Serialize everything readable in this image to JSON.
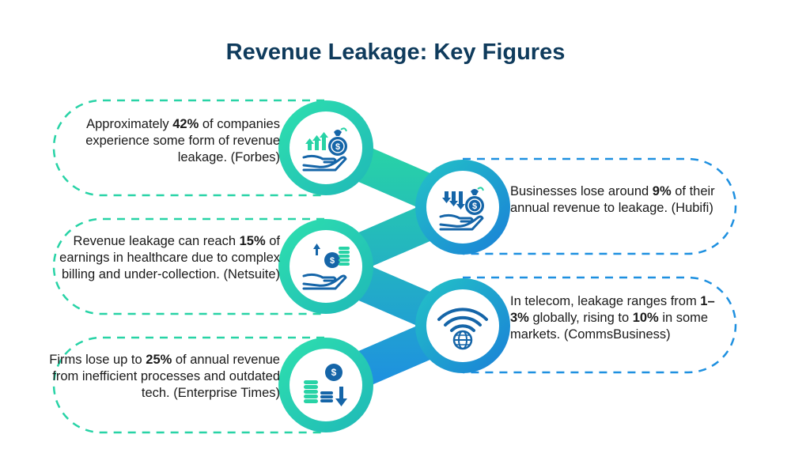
{
  "title": "Revenue Leakage: Key Figures",
  "colors": {
    "teal": "#28d3a6",
    "blue": "#1e90e0",
    "title": "#0f3b5c",
    "icon": "#1565a8"
  },
  "items": [
    {
      "side": "left",
      "icon": "money-bag-rising-chart-hand-icon",
      "segments": [
        {
          "t": "Approximately ",
          "b": false
        },
        {
          "t": "42%",
          "b": true
        },
        {
          "t": " of companies experience some form of revenue leakage. (Forbes)",
          "b": false
        }
      ]
    },
    {
      "side": "right",
      "icon": "money-bag-falling-chart-hand-icon",
      "segments": [
        {
          "t": "Businesses lose around ",
          "b": false
        },
        {
          "t": "9%",
          "b": true
        },
        {
          "t": " of their annual revenue to leakage. (Hubifi)",
          "b": false
        }
      ]
    },
    {
      "side": "left",
      "icon": "hand-coins-icon",
      "segments": [
        {
          "t": "Revenue leakage can reach ",
          "b": false
        },
        {
          "t": "15%",
          "b": true
        },
        {
          "t": " of earnings in healthcare due to complex billing and under-collection. (Netsuite)",
          "b": false
        }
      ]
    },
    {
      "side": "right",
      "icon": "wifi-globe-icon",
      "segments": [
        {
          "t": "In telecom, leakage ranges from ",
          "b": false
        },
        {
          "t": "1–3%",
          "b": true
        },
        {
          "t": " globally, rising to ",
          "b": false
        },
        {
          "t": "10%",
          "b": true
        },
        {
          "t": " in some markets. (CommsBusiness)",
          "b": false
        }
      ]
    },
    {
      "side": "left",
      "icon": "coins-dollar-down-arrow-icon",
      "segments": [
        {
          "t": "Firms lose up to ",
          "b": false
        },
        {
          "t": "25%",
          "b": true
        },
        {
          "t": " of annual revenue from inefficient processes and outdated tech. (Enterprise Times)",
          "b": false
        }
      ]
    }
  ]
}
